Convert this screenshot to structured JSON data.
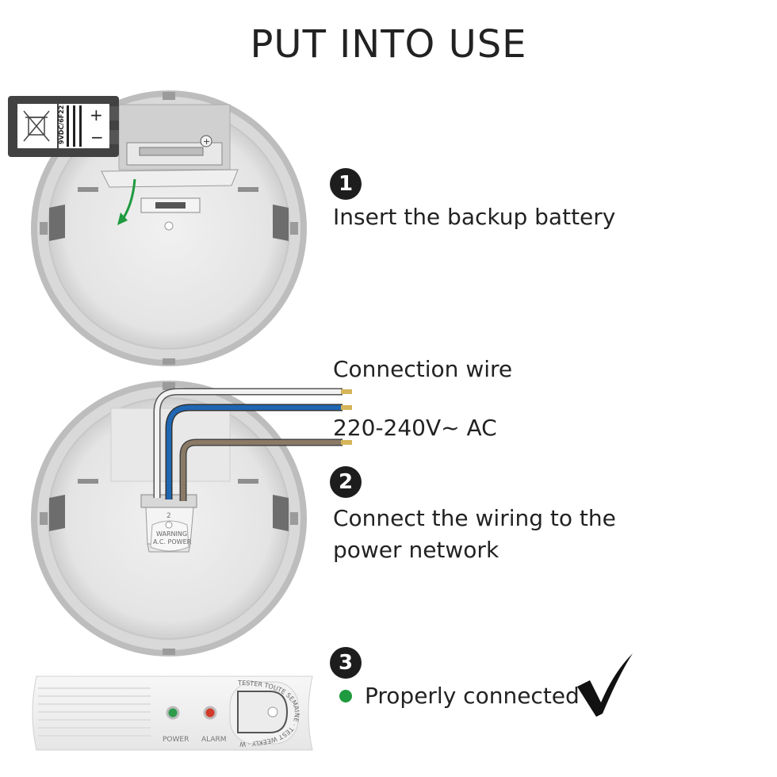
{
  "title": "PUT INTO USE",
  "steps": [
    {
      "number": "1",
      "text": "Insert the backup battery"
    },
    {
      "number": "2",
      "text_line1": "Connect the wiring to the",
      "text_line2": "power network"
    },
    {
      "number": "3",
      "text": "Properly connected"
    }
  ],
  "wire_labels": {
    "connection": "Connection wire",
    "voltage": "220-240V~ AC"
  },
  "battery": {
    "plus": "+",
    "minus": "−",
    "side_label": "9VDC/6F22"
  },
  "terminal": {
    "number": "2",
    "warning_line1": "WARNING",
    "warning_line2": "A.C. POWER"
  },
  "front_unit": {
    "power_label": "POWER",
    "alarm_label": "ALARM",
    "power_led_color": "#2e9b4a",
    "alarm_led_color": "#d23a2a",
    "test_button_ring_text": "TESTER TOUTE SEMAINE · TEST WEEKLY · WÖCHENTLICH PRÜFEN"
  },
  "colors": {
    "accent_green": "#1f9a3f",
    "wire_blue": "#1f66b3",
    "wire_brown": "#8a7a66",
    "wire_white": "#f2f2f2"
  },
  "icons": [
    "green-arrow-icon",
    "recycle-bin-crossed-icon",
    "checkmark-icon"
  ]
}
